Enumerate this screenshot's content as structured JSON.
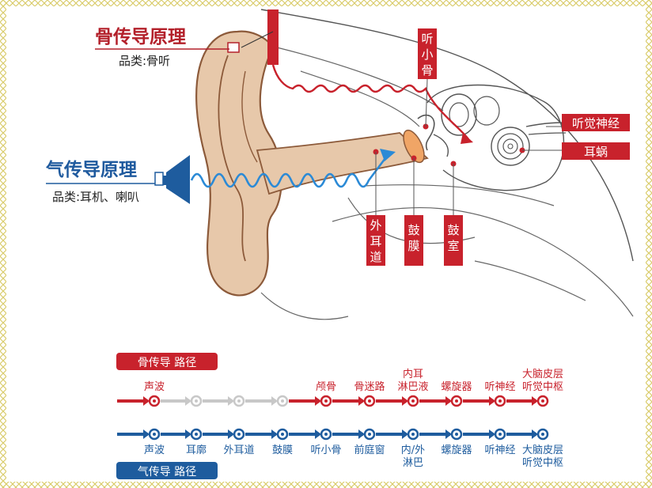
{
  "bone": {
    "title": "骨传导原理",
    "subtitle": "品类:骨听",
    "legend": "骨传导 路径",
    "color": "#c8222c",
    "gray": "#c8c8c8",
    "steps": [
      "声波",
      "",
      "",
      "",
      "颅骨",
      "骨迷路",
      "内耳\n淋巴液",
      "螺旋器",
      "听神经",
      "大脑皮层\n听觉中枢"
    ],
    "active": [
      true,
      false,
      false,
      false,
      true,
      true,
      true,
      true,
      true,
      true
    ]
  },
  "air": {
    "title": "气传导原理",
    "subtitle": "品类:耳机、喇叭",
    "legend": "气传导 路径",
    "color": "#1e5c9e",
    "steps": [
      "声波",
      "耳廓",
      "外耳道",
      "鼓膜",
      "听小骨",
      "前庭窗",
      "内/外\n淋巴",
      "螺旋器",
      "听神经",
      "大脑皮层\n听觉中枢"
    ]
  },
  "labels": {
    "ossicles": "听小骨",
    "auditory_nerve": "听觉神经",
    "cochlea": "耳蜗",
    "ear_canal": "外耳道",
    "eardrum": "鼓膜",
    "tympanic_cavity": "鼓室"
  },
  "colors": {
    "tag_red": "#c8222c",
    "skin": "#e7c8aa",
    "skin_line": "#8c5a3a",
    "air_wave": "#2b8ad6",
    "bone_wave": "#c8222c",
    "border": "#d9cc6a"
  }
}
